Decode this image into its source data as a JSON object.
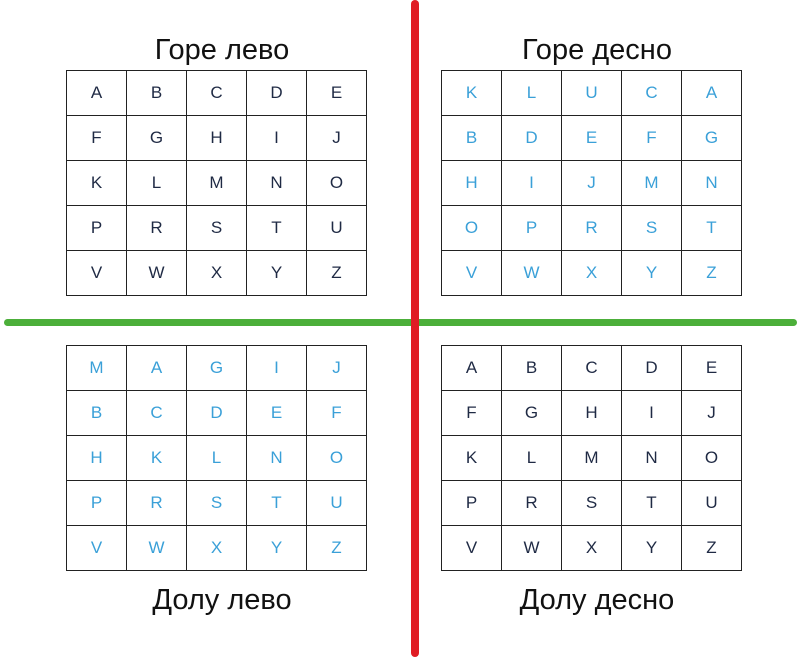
{
  "colors": {
    "dark_letter": "#1f2a44",
    "blue_letter": "#3aa0d8",
    "green_line": "#4caf3a",
    "red_line": "#e01c24"
  },
  "quadrants": [
    {
      "id": "top-left",
      "label": "Горе лево",
      "letter_color": "dark",
      "grid": [
        [
          "A",
          "B",
          "C",
          "D",
          "E"
        ],
        [
          "F",
          "G",
          "H",
          "I",
          "J"
        ],
        [
          "K",
          "L",
          "M",
          "N",
          "O"
        ],
        [
          "P",
          "R",
          "S",
          "T",
          "U"
        ],
        [
          "V",
          "W",
          "X",
          "Y",
          "Z"
        ]
      ]
    },
    {
      "id": "top-right",
      "label": "Горе десно",
      "letter_color": "blue",
      "grid": [
        [
          "K",
          "L",
          "U",
          "C",
          "A"
        ],
        [
          "B",
          "D",
          "E",
          "F",
          "G"
        ],
        [
          "H",
          "I",
          "J",
          "M",
          "N"
        ],
        [
          "O",
          "P",
          "R",
          "S",
          "T"
        ],
        [
          "V",
          "W",
          "X",
          "Y",
          "Z"
        ]
      ]
    },
    {
      "id": "bottom-left",
      "label": "Долу лево",
      "letter_color": "blue",
      "grid": [
        [
          "M",
          "A",
          "G",
          "I",
          "J"
        ],
        [
          "B",
          "C",
          "D",
          "E",
          "F"
        ],
        [
          "H",
          "K",
          "L",
          "N",
          "O"
        ],
        [
          "P",
          "R",
          "S",
          "T",
          "U"
        ],
        [
          "V",
          "W",
          "X",
          "Y",
          "Z"
        ]
      ]
    },
    {
      "id": "bottom-right",
      "label": "Долу десно",
      "letter_color": "dark",
      "grid": [
        [
          "A",
          "B",
          "C",
          "D",
          "E"
        ],
        [
          "F",
          "G",
          "H",
          "I",
          "J"
        ],
        [
          "K",
          "L",
          "M",
          "N",
          "O"
        ],
        [
          "P",
          "R",
          "S",
          "T",
          "U"
        ],
        [
          "V",
          "W",
          "X",
          "Y",
          "Z"
        ]
      ]
    }
  ]
}
